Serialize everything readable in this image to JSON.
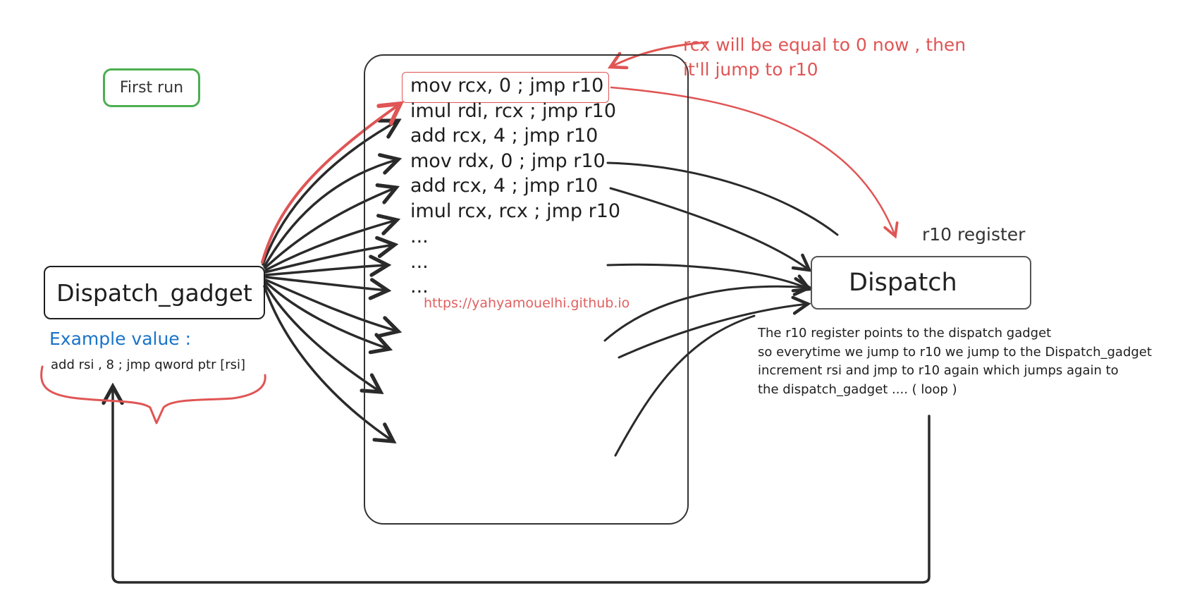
{
  "first_run_label": "First run",
  "dispatch_gadget_label": "Dispatch_gadget",
  "example": {
    "label": "Example value :",
    "value": "add rsi , 8 ; jmp qword ptr [rsi]"
  },
  "gadgets": [
    "mov rcx, 0 ; jmp r10",
    "imul rdi, rcx ; jmp r10",
    "add rcx, 4 ; jmp r10",
    "mov rdx, 0 ; jmp r10",
    "add rcx, 4 ; jmp r10",
    "imul rcx, rcx ; jmp r10",
    "...",
    "...",
    "..."
  ],
  "url": "https://yahyamouelhi.github.io",
  "note_lines": [
    "rcx will be equal to 0 now , then",
    "it'll jump to r10"
  ],
  "r10_label": "r10 register",
  "dispatch_label": "Dispatch",
  "explanation_lines": [
    "The r10 register points to the dispatch gadget",
    "so everytime we jump to r10 we jump to the Dispatch_gadget",
    "increment rsi and jmp to r10 again which jumps again to",
    "the dispatch_gadget .... ( loop )"
  ],
  "colors": {
    "ink": "#1e1e1e",
    "red": "#e05555",
    "green": "#4caf50",
    "blue": "#1a73c8"
  }
}
